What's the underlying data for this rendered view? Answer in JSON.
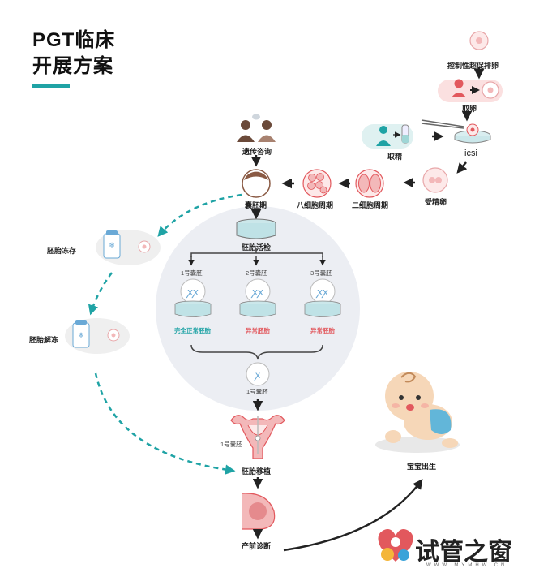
{
  "title": {
    "line1": "PGT临床",
    "line2": "开展方案"
  },
  "colors": {
    "accent": "#1fa3a5",
    "pink": "#f3b8b9",
    "red": "#e2585d",
    "brown": "#6b4a3a",
    "lavender": "#eceef3"
  },
  "ivf": {
    "ovulation": "控制性超促排卵",
    "retrieval": "取卵",
    "sperm": "取精",
    "icsi": "icsi",
    "fertilized": "受精卵"
  },
  "stages": {
    "two_cell": "二细胞周期",
    "eight_cell": "八细胞周期",
    "blastocyst": "囊胚期",
    "counseling": "遗传咨询"
  },
  "biopsy": {
    "title": "胚胎活检",
    "embryos": [
      {
        "label": "1号囊胚",
        "result": "完全正常胚胎"
      },
      {
        "label": "2号囊胚",
        "result": "异常胚胎"
      },
      {
        "label": "3号囊胚",
        "result": "异常胚胎"
      }
    ],
    "selected": "1号囊胚"
  },
  "freeze": {
    "store": "胚胎冻存",
    "thaw": "胚胎解冻"
  },
  "transfer": {
    "uterus_label": "1号囊胚",
    "transfer": "胚胎移植",
    "prenatal": "产前诊断",
    "birth": "宝宝出生"
  },
  "logo": {
    "text": "试管之窗",
    "url": "WWW.MYMHW.CN"
  }
}
